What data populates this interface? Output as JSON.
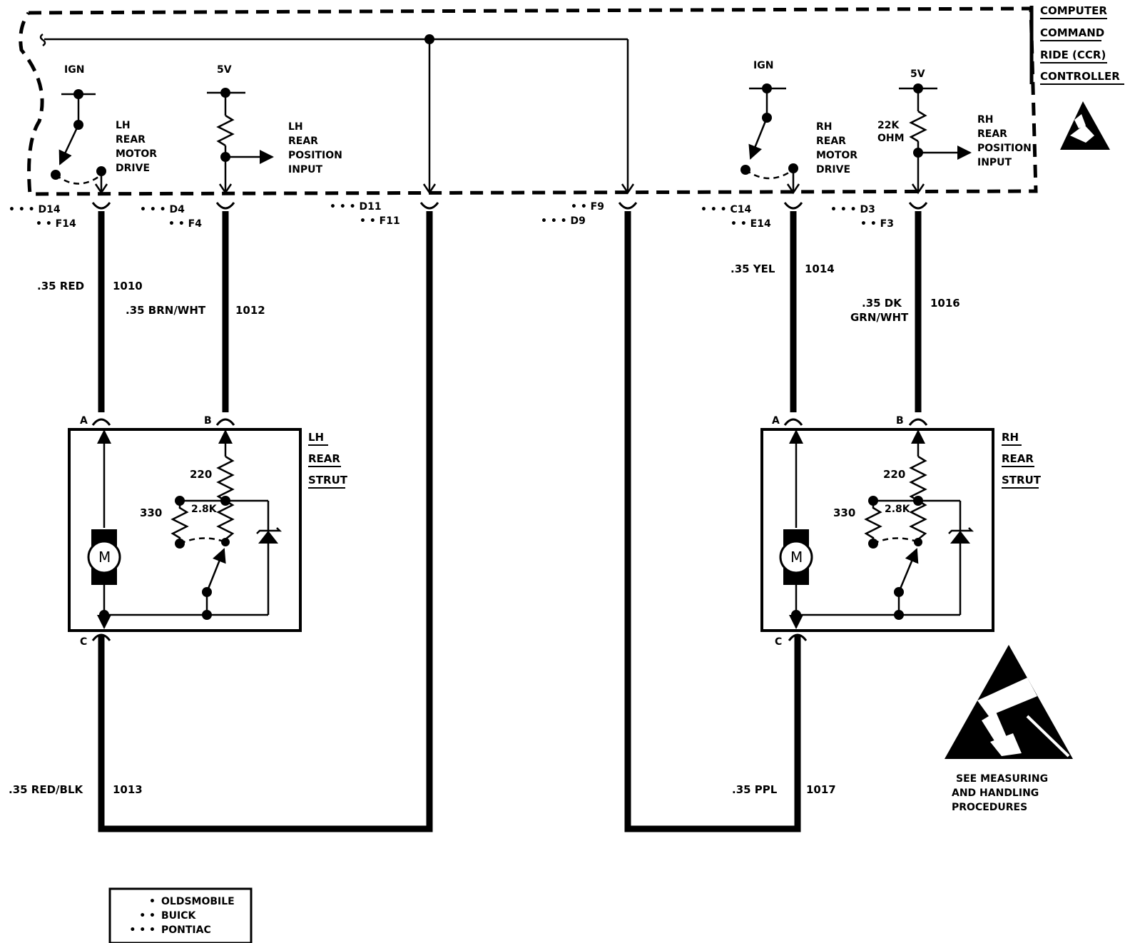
{
  "controller": {
    "title_lines": [
      "COMPUTER",
      "COMMAND",
      "RIDE (CCR)",
      "CONTROLLER"
    ]
  },
  "supplies": {
    "ign": "IGN",
    "five_v": "5V"
  },
  "lh_motor_drive": [
    "LH",
    "REAR",
    "MOTOR",
    "DRIVE"
  ],
  "lh_position_input": [
    "LH",
    "REAR",
    "POSITION",
    "INPUT"
  ],
  "rh_motor_drive": [
    "RH",
    "REAR",
    "MOTOR",
    "DRIVE"
  ],
  "rh_position_input": [
    "RH",
    "REAR",
    "POSITION",
    "INPUT"
  ],
  "rh_pullup_resistor": [
    "22K",
    "OHM"
  ],
  "pins": {
    "lh_drive": [
      "• • • D14",
      "• • F14"
    ],
    "lh_pos": [
      "• • • D4",
      "• • F4"
    ],
    "lh_ret": [
      "• • • D11",
      "• • F11"
    ],
    "rh_ret": [
      "• • F9",
      "• • • D9"
    ],
    "rh_drive": [
      "• • • C14",
      "• • E14"
    ],
    "rh_pos": [
      "• • • D3",
      "• • F3"
    ]
  },
  "wires": {
    "w1010": {
      "color": ".35 RED",
      "circuit": "1010"
    },
    "w1012": {
      "color": ".35 BRN/WHT",
      "circuit": "1012"
    },
    "w1014": {
      "color": ".35 YEL",
      "circuit": "1014"
    },
    "w1016": {
      "color_lines": [
        ".35 DK",
        "GRN/WHT"
      ],
      "circuit": "1016"
    },
    "w1013": {
      "color": ".35 RED/BLK",
      "circuit": "1013"
    },
    "w1017": {
      "color": ".35 PPL",
      "circuit": "1017"
    }
  },
  "strut_terminals": {
    "a": "A",
    "b": "B",
    "c": "C"
  },
  "lh_strut_label": [
    "LH",
    "REAR",
    "STRUT"
  ],
  "rh_strut_label": [
    "RH",
    "REAR",
    "STRUT"
  ],
  "strut_components": {
    "r_series": "220",
    "r_shunt": "330",
    "r_pot": "2.8K",
    "motor": "M"
  },
  "esd_note": [
    "SEE MEASURING",
    "AND HANDLING",
    "PROCEDURES"
  ],
  "legend": [
    {
      "marks": "•",
      "make": "OLDSMOBILE"
    },
    {
      "marks": "• •",
      "make": "BUICK"
    },
    {
      "marks": "• • •",
      "make": "PONTIAC"
    }
  ]
}
